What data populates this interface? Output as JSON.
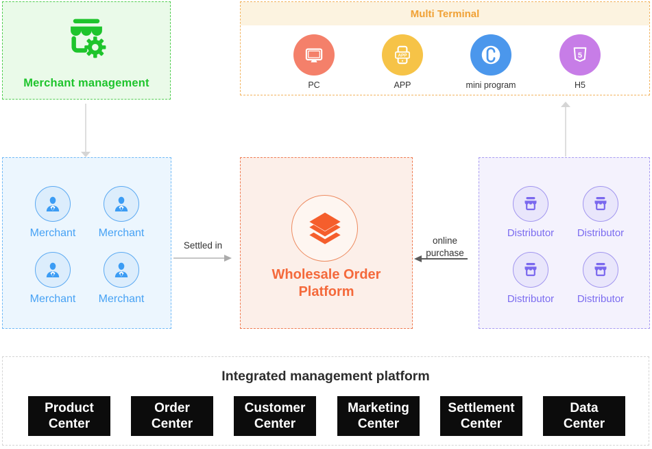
{
  "diagram": {
    "merchant_management": {
      "label": "Merchant management",
      "accent_color": "#1ec42c"
    },
    "multi_terminal": {
      "title": "Multi Terminal",
      "title_color": "#f0a135",
      "terminals": [
        {
          "label": "PC",
          "icon": "pc-monitor-icon",
          "circle_color": "#f4806a"
        },
        {
          "label": "APP",
          "icon": "app-phone-icon",
          "circle_color": "#f6c347"
        },
        {
          "label": "mini program",
          "icon": "mini-program-icon",
          "circle_color": "#4b97ec"
        },
        {
          "label": "H5",
          "icon": "html5-icon",
          "circle_color": "#c77de7"
        }
      ]
    },
    "merchants": {
      "accent_color": "#47a2f4",
      "items": [
        {
          "label": "Merchant",
          "icon": "merchant-person-icon"
        },
        {
          "label": "Merchant",
          "icon": "merchant-person-icon"
        },
        {
          "label": "Merchant",
          "icon": "merchant-person-icon"
        },
        {
          "label": "Merchant",
          "icon": "merchant-person-icon"
        }
      ]
    },
    "platform": {
      "label": "Wholesale Order Platform",
      "icon": "stacked-layers-icon",
      "accent_color": "#f4693b"
    },
    "distributors": {
      "accent_color": "#7b6cf0",
      "items": [
        {
          "label": "Distributor",
          "icon": "storefront-icon"
        },
        {
          "label": "Distributor",
          "icon": "storefront-icon"
        },
        {
          "label": "Distributor",
          "icon": "storefront-icon"
        },
        {
          "label": "Distributor",
          "icon": "storefront-icon"
        }
      ]
    },
    "connections": {
      "settled_in": "Settled in",
      "online_purchase": [
        "online",
        "purchase"
      ]
    },
    "integrated_platform": {
      "title": "Integrated management platform",
      "button_color": "#0c0c0c",
      "centers": [
        {
          "line1": "Product",
          "line2": "Center"
        },
        {
          "line1": "Order",
          "line2": "Center"
        },
        {
          "line1": "Customer",
          "line2": "Center"
        },
        {
          "line1": "Marketing",
          "line2": "Center"
        },
        {
          "line1": "Settlement",
          "line2": "Center"
        },
        {
          "line1": "Data",
          "line2": "Center"
        }
      ]
    }
  }
}
